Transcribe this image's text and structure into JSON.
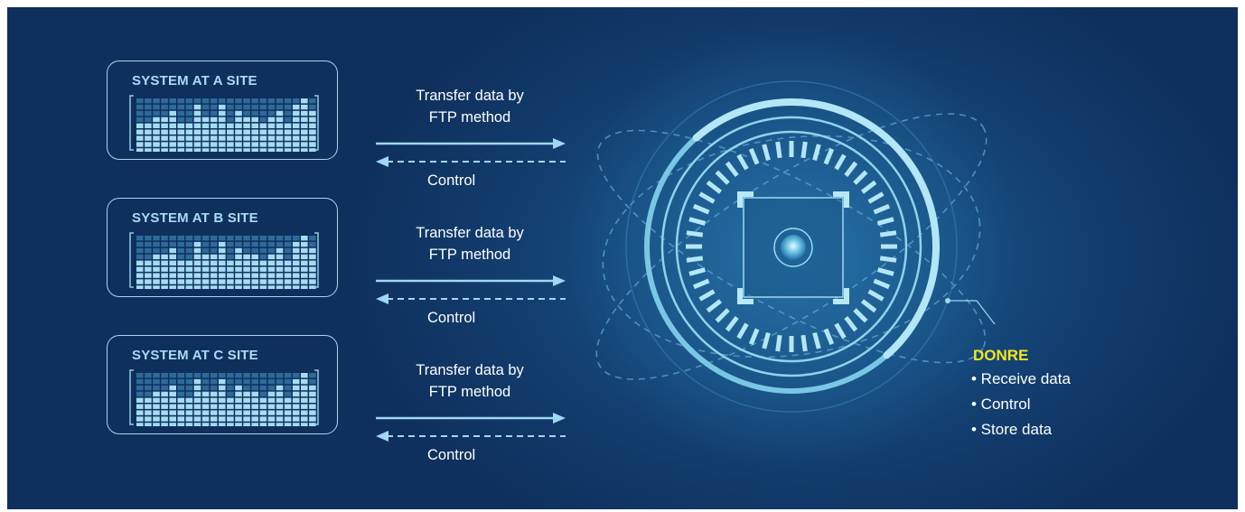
{
  "sites": [
    {
      "title": "SYSTEM AT A SITE",
      "transfer_line1": "Transfer data by",
      "transfer_line2": "FTP method",
      "control": "Control"
    },
    {
      "title": "SYSTEM AT B SITE",
      "transfer_line1": "Transfer data by",
      "transfer_line2": "FTP method",
      "control": "Control"
    },
    {
      "title": "SYSTEM AT C SITE",
      "transfer_line1": "Transfer data by",
      "transfer_line2": "FTP method",
      "control": "Control"
    }
  ],
  "donre": {
    "title": "DONRE",
    "items": [
      "• Receive data",
      "• Control",
      "• Store data"
    ]
  },
  "colors": {
    "background": "#123d6d",
    "box_border": "#a9d6ec",
    "title_text": "#a8dcf4",
    "bar_fill": "#a4dcf2",
    "arrow": "#9ed8f2",
    "ring": "#78c7e4",
    "donre_title": "#f6e31d",
    "text": "#ffffff"
  },
  "icons": [
    "signal-bars-icon",
    "right-arrow-icon",
    "left-dashed-arrow-icon",
    "data-hub-icon"
  ]
}
